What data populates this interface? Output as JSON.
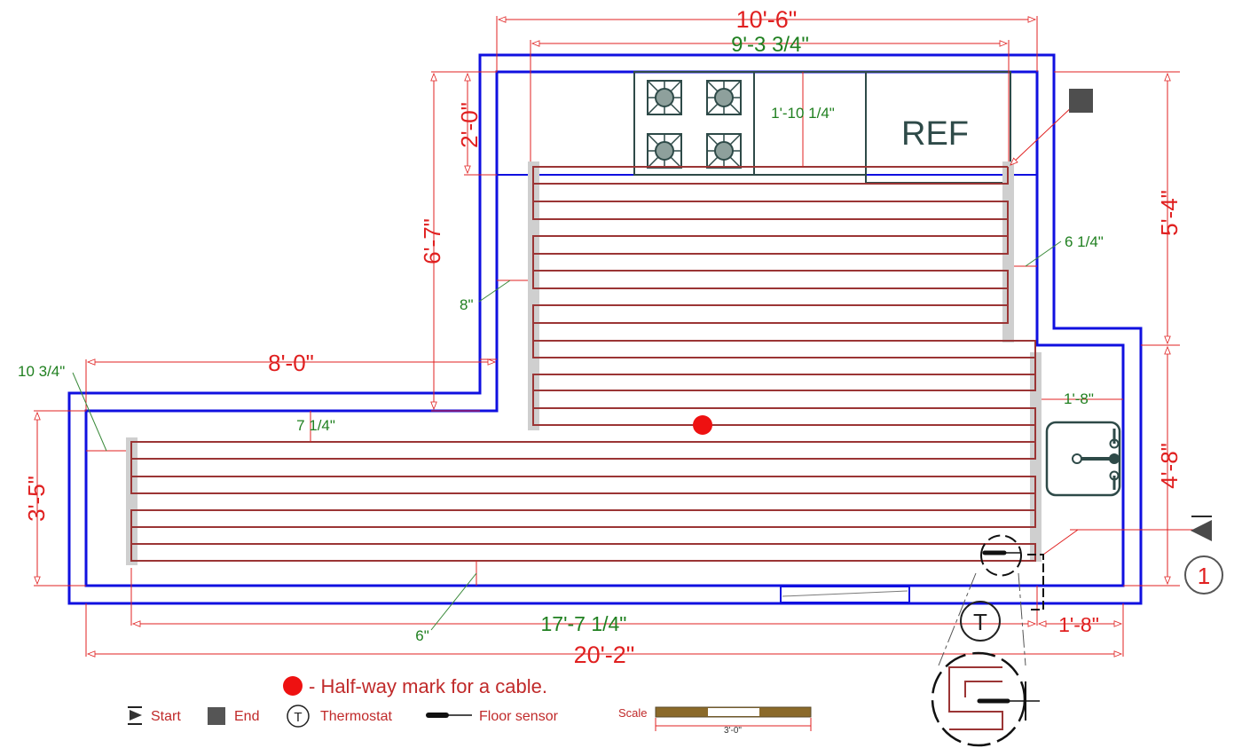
{
  "dimensions": {
    "top_overall": "10'-6\"",
    "top_inner": "9'-3 3/4\"",
    "left_upper": "2'-0\"",
    "left_mid": "6'-7\"",
    "left_lower": "3'-5\"",
    "mid_horizontal": "8'-0\"",
    "right_upper": "5'-4\"",
    "right_lower": "4'-8\"",
    "bottom_inner": "17'-7 1/4\"",
    "bottom_overall": "20'-2\"",
    "bottom_right": "1'-8\""
  },
  "spacing_labels": {
    "counter_depth": "1'-10 1/4\"",
    "upper_right_gap": "6 1/4\"",
    "upper_left_gap": "8\"",
    "lower_left_gap": "10 3/4\"",
    "lower_top_gap": "7 1/4\"",
    "right_gap": "1'-8\"",
    "bottom_gap": "6\""
  },
  "fixtures": {
    "refrigerator": "REF"
  },
  "section_marker": "1",
  "thermostat_symbol": "T",
  "legend": {
    "halfway": "- Half-way mark for a cable.",
    "start": "Start",
    "end": "End",
    "thermostat": "Thermostat",
    "floor_sensor": "Floor sensor",
    "scale": "Scale",
    "scale_length": "3'-0\""
  },
  "colors": {
    "wall": "#1010e0",
    "cable": "#9b3535",
    "dimension": "#e02020",
    "spacing": "#208020",
    "halfway_marker": "#ee1111"
  }
}
